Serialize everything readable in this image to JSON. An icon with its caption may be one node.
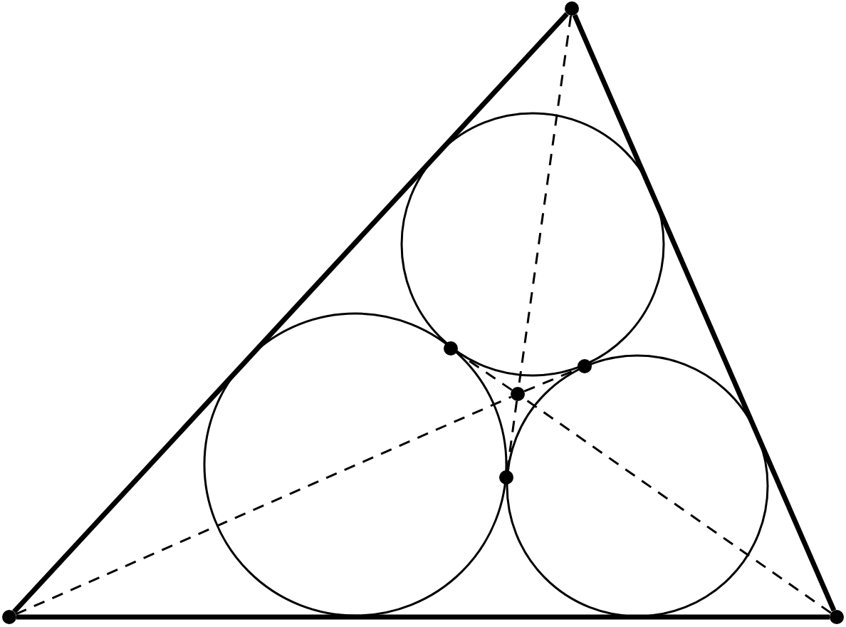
{
  "diagram": {
    "nodes": [
      {
        "text": [],
        "shape": "point"
      },
      {
        "text": [],
        "shape": "point"
      },
      {
        "text": [],
        "shape": "point"
      },
      {
        "text": [],
        "shape": "point"
      },
      {
        "text": [],
        "shape": "point"
      },
      {
        "text": [],
        "shape": "point"
      },
      {
        "text": [],
        "shape": "point"
      }
    ],
    "edges": [
      {
        "from": 0,
        "to": 5,
        "arrow": "none",
        "style": "thick"
      },
      {
        "from": 5,
        "to": 6,
        "arrow": "none",
        "style": "thick"
      },
      {
        "from": 6,
        "to": 0,
        "arrow": "none",
        "style": "thick"
      },
      {
        "from": 0,
        "to": 3,
        "arrow": "none",
        "style": "dashed"
      },
      {
        "from": 3,
        "to": 4,
        "arrow": "none",
        "style": "dashed"
      },
      {
        "from": 5,
        "to": 3,
        "arrow": "none",
        "style": "dashed"
      },
      {
        "from": 3,
        "to": 2,
        "arrow": "none",
        "style": "dashed"
      },
      {
        "from": 6,
        "to": 3,
        "arrow": "none",
        "style": "dashed"
      },
      {
        "from": 3,
        "to": 1,
        "arrow": "none",
        "style": "dashed"
      }
    ]
  }
}
